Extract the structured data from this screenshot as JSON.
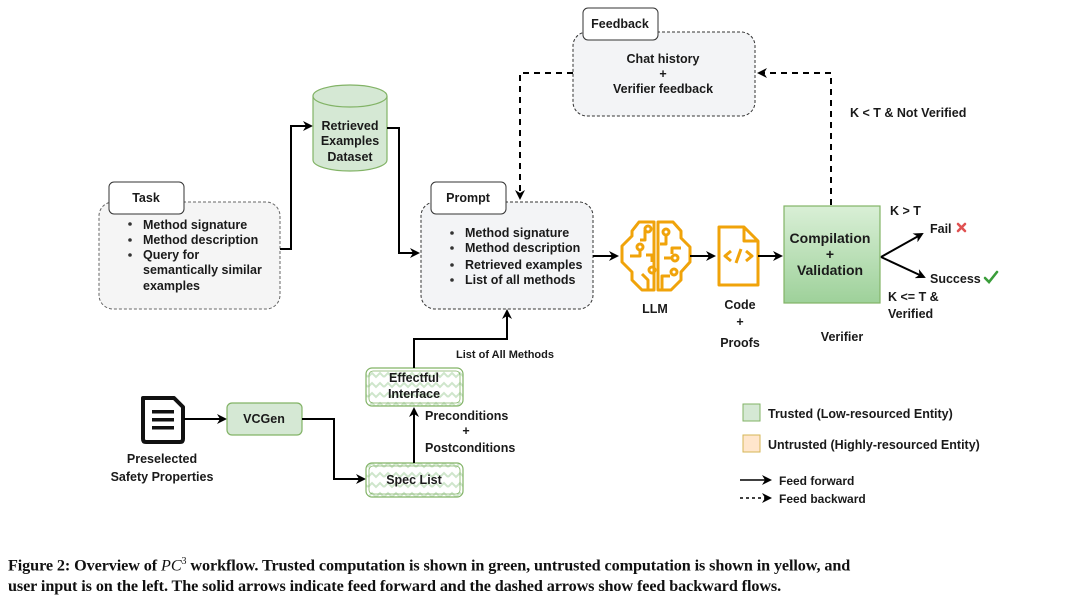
{
  "task": {
    "title": "Task",
    "items": [
      "Method signature",
      "Method description",
      "Query for",
      "semantically similar",
      "examples"
    ]
  },
  "dataset": {
    "lines": [
      "Retrieved",
      "Examples",
      "Dataset"
    ]
  },
  "prompt": {
    "title": "Prompt",
    "items": [
      "Method signature",
      "Method description",
      "Retrieved examples",
      "List of all methods"
    ]
  },
  "feedback": {
    "title": "Feedback",
    "lines": [
      "Chat history",
      "+",
      "Verifier feedback"
    ]
  },
  "llm": {
    "label": "LLM"
  },
  "code": {
    "lines": [
      "Code",
      "+",
      "Proofs"
    ]
  },
  "verifier": {
    "box_lines": [
      "Compilation",
      "+",
      "Validation"
    ],
    "label": "Verifier",
    "cond_loop": "K < T & Not Verified",
    "cond_fail": "K > T",
    "fail": "Fail",
    "success": "Success",
    "cond_success": [
      "K <= T &",
      "Verified"
    ]
  },
  "safety": {
    "lines": [
      "Preselected",
      "Safety Properties"
    ]
  },
  "vcgen": {
    "label": "VCGen"
  },
  "spec_list": {
    "label": "Spec List"
  },
  "effectful": {
    "lines": [
      "Effectful",
      "Interface"
    ]
  },
  "edges": {
    "list_all_methods": "List of All Methods",
    "pre_post": [
      "Preconditions",
      "+",
      "Postconditions"
    ]
  },
  "legend": {
    "trusted": "Trusted (Low-resourced Entity)",
    "untrusted": "Untrusted (Highly-resourced Entity)",
    "feed_forward": "Feed forward",
    "feed_backward": "Feed backward"
  },
  "colors": {
    "trusted_fill": "#d5e8d4",
    "trusted_stroke": "#82b366",
    "untrusted_fill": "#ffe6cc",
    "untrusted_stroke": "#d6b656",
    "llm_orange": "#f0a30a",
    "fail_red": "#e05252",
    "success_green": "#3a9d3a",
    "box_gray": "#f3f4f6"
  },
  "caption": {
    "prefix": "Figure 2: Overview of ",
    "pc": "PC",
    "sup": "3",
    "rest_line1": " workflow. Trusted computation is shown in green, untrusted computation is shown in yellow, and",
    "line2": "user input is on the left. The solid arrows indicate feed forward and the dashed arrows show feed backward flows."
  }
}
